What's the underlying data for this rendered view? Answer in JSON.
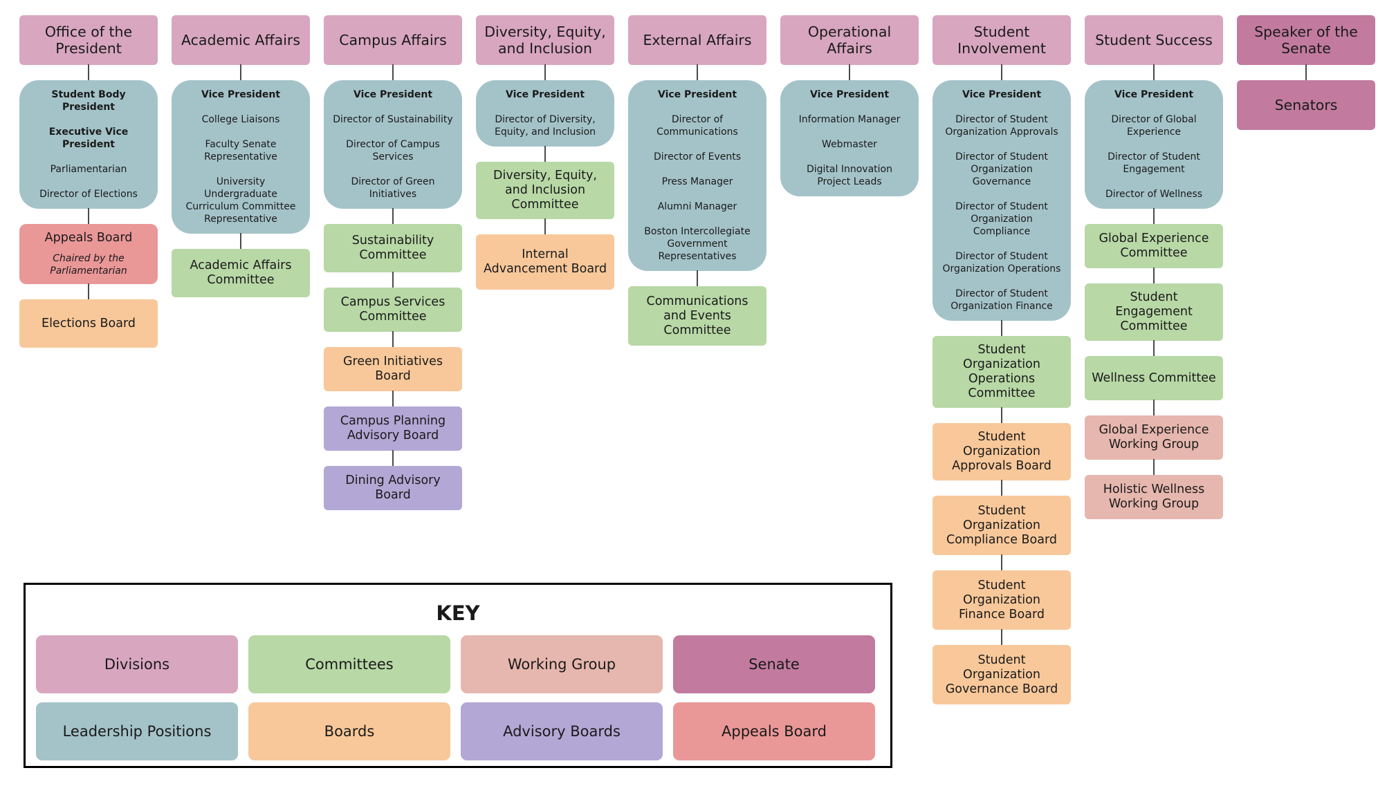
{
  "columns": [
    {
      "division": "Office of the President",
      "boxes": [
        {
          "type": "leader",
          "lines": [
            {
              "text": "Student Body President",
              "bold": true
            },
            {
              "text": "Executive Vice President",
              "bold": true
            },
            {
              "text": "Parliamentarian",
              "bold": false
            },
            {
              "text": "Director of Elections",
              "bold": false
            }
          ]
        },
        {
          "type": "appeals",
          "label": "Appeals Board",
          "note": "Chaired by the Parliamentarian"
        },
        {
          "type": "board",
          "label": "Elections Board",
          "height": 70
        }
      ]
    },
    {
      "division": "Academic Affairs",
      "boxes": [
        {
          "type": "leader",
          "lines": [
            {
              "text": "Vice President",
              "bold": true
            },
            {
              "text": "College Liaisons",
              "bold": false
            },
            {
              "text": "Faculty Senate Representative",
              "bold": false
            },
            {
              "text": "University Undergraduate Curriculum Committee Representative",
              "bold": false
            }
          ]
        },
        {
          "type": "committee",
          "label": "Academic Affairs Committee",
          "height": 70
        }
      ]
    },
    {
      "division": "Campus Affairs",
      "boxes": [
        {
          "type": "leader",
          "lines": [
            {
              "text": "Vice President",
              "bold": true
            },
            {
              "text": "Director of Sustainability",
              "bold": false
            },
            {
              "text": "Director of Campus Services",
              "bold": false
            },
            {
              "text": "Director of Green Initiatives",
              "bold": false
            }
          ]
        },
        {
          "type": "committee",
          "label": "Sustainability Committee",
          "height": 70
        },
        {
          "type": "committee",
          "label": "Campus Services Committee",
          "height": 64
        },
        {
          "type": "board",
          "label": "Green Initiatives Board",
          "height": 64
        },
        {
          "type": "advisory",
          "label": "Campus Planning Advisory Board",
          "height": 64
        },
        {
          "type": "advisory",
          "label": "Dining Advisory Board",
          "height": 64
        }
      ]
    },
    {
      "division": "Diversity, Equity, and Inclusion",
      "boxes": [
        {
          "type": "leader",
          "lines": [
            {
              "text": "Vice President",
              "bold": true
            },
            {
              "text": "Director of Diversity, Equity, and Inclusion",
              "bold": false
            }
          ]
        },
        {
          "type": "committee",
          "label": "Diversity, Equity, and Inclusion Committee",
          "height": 80
        },
        {
          "type": "board",
          "label": "Internal Advancement Board",
          "height": 80
        }
      ]
    },
    {
      "division": "External Affairs",
      "boxes": [
        {
          "type": "leader",
          "lines": [
            {
              "text": "Vice President",
              "bold": true
            },
            {
              "text": "Director of Communications",
              "bold": false
            },
            {
              "text": "Director of Events",
              "bold": false
            },
            {
              "text": "Press Manager",
              "bold": false
            },
            {
              "text": "Alumni Manager",
              "bold": false
            },
            {
              "text": "Boston Intercollegiate Government Representatives",
              "bold": false
            }
          ]
        },
        {
          "type": "committee",
          "label": "Communications and Events Committee",
          "height": 86
        }
      ]
    },
    {
      "division": "Operational Affairs",
      "boxes": [
        {
          "type": "leader",
          "lines": [
            {
              "text": "Vice President",
              "bold": true
            },
            {
              "text": "Information Manager",
              "bold": false
            },
            {
              "text": "Webmaster",
              "bold": false
            },
            {
              "text": "Digital Innovation Project Leads",
              "bold": false
            }
          ]
        }
      ]
    },
    {
      "division": "Student Involvement",
      "boxes": [
        {
          "type": "leader",
          "lines": [
            {
              "text": "Vice President",
              "bold": true
            },
            {
              "text": "Director of Student Organization Approvals",
              "bold": false
            },
            {
              "text": "Director of Student Organization Governance",
              "bold": false
            },
            {
              "text": "Director of Student Organization Compliance",
              "bold": false
            },
            {
              "text": "Director of Student Organization Operations",
              "bold": false
            },
            {
              "text": "Director of Student Organization Finance",
              "bold": false
            }
          ]
        },
        {
          "type": "committee",
          "label": "Student Organization Operations Committee",
          "height": 98
        },
        {
          "type": "board",
          "label": "Student Organization Approvals Board",
          "height": 80
        },
        {
          "type": "board",
          "label": "Student Organization Compliance Board",
          "height": 86
        },
        {
          "type": "board",
          "label": "Student Organization Finance Board",
          "height": 86
        },
        {
          "type": "board",
          "label": "Student Organization Governance Board",
          "height": 86
        }
      ]
    },
    {
      "division": "Student Success",
      "boxes": [
        {
          "type": "leader",
          "lines": [
            {
              "text": "Vice President",
              "bold": true
            },
            {
              "text": "Director of Global Experience",
              "bold": false
            },
            {
              "text": "Director of Student Engagement",
              "bold": false
            },
            {
              "text": "Director of Wellness",
              "bold": false
            }
          ]
        },
        {
          "type": "committee",
          "label": "Global Experience Committee",
          "height": 64
        },
        {
          "type": "committee",
          "label": "Student Engagement Committee",
          "height": 80
        },
        {
          "type": "committee",
          "label": "Wellness Committee",
          "height": 64
        },
        {
          "type": "working",
          "label": "Global Experience Working Group",
          "height": 64
        },
        {
          "type": "working",
          "label": "Holistic Wellness Working Group",
          "height": 64
        }
      ]
    },
    {
      "division": "Speaker of the Senate",
      "boxes": [
        {
          "type": "senators",
          "label": "Senators"
        }
      ]
    }
  ],
  "key": {
    "title": "KEY",
    "items": [
      {
        "label": "Divisions",
        "color": "#d8a6bf"
      },
      {
        "label": "Committees",
        "color": "#b8d8a6"
      },
      {
        "label": "Working Group",
        "color": "#e6b7ae"
      },
      {
        "label": "Senate",
        "color": "#c27b9f"
      },
      {
        "label": "Leadership Positions",
        "color": "#a4c3c9"
      },
      {
        "label": "Boards",
        "color": "#f8c89a"
      },
      {
        "label": "Advisory Boards",
        "color": "#b3a7d5"
      },
      {
        "label": "Appeals Board",
        "color": "#ea9798"
      }
    ]
  }
}
